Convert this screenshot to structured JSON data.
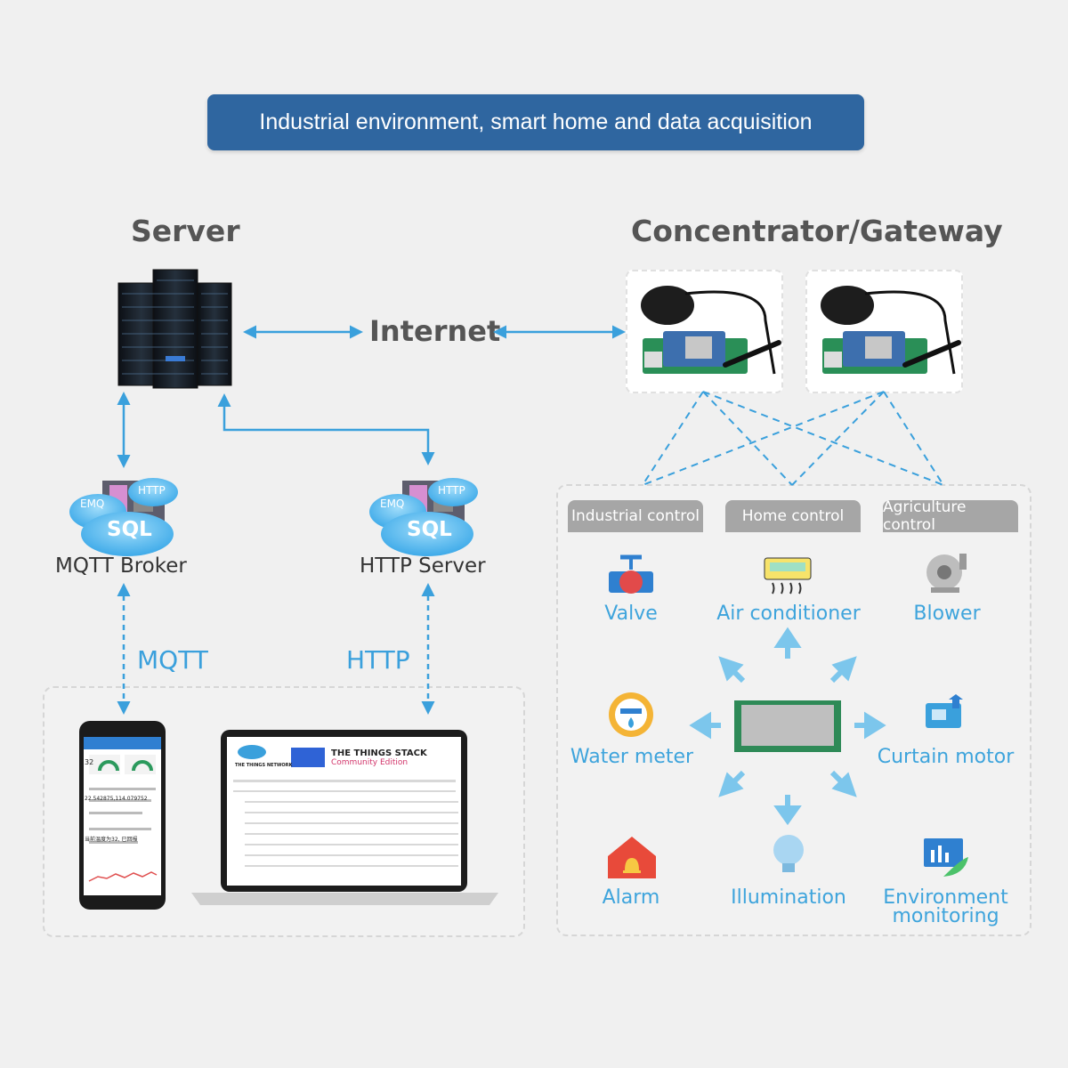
{
  "banner": "Industrial environment, smart home and data acquisition",
  "server_label": "Server",
  "gateway_label": "Concentrator/Gateway",
  "internet_label": "Internet",
  "broker": {
    "emq": "EMQ",
    "http": "HTTP",
    "sql": "SQL",
    "label": "MQTT Broker"
  },
  "http_server": {
    "emq": "EMQ",
    "http": "HTTP",
    "sql": "SQL",
    "label": "HTTP Server"
  },
  "mqtt_label": "MQTT",
  "http_label": "HTTP",
  "categories": [
    "Industrial control",
    "Home control",
    "Agriculture control"
  ],
  "devices": {
    "valve": "Valve",
    "air_conditioner": "Air conditioner",
    "blower": "Blower",
    "water_meter": "Water meter",
    "curtain_motor": "Curtain motor",
    "alarm": "Alarm",
    "illumination": "Illumination",
    "environment_1": "Environment",
    "environment_2": "monitoring"
  },
  "laptop": {
    "brand": "THE THINGS STACK",
    "edition": "Community Edition",
    "logo_text": "THE THINGS NETWORK"
  },
  "phone": {
    "value1": "32",
    "reading": "22.542875,114.079752",
    "note": "当前温度为32, 已回报"
  },
  "colors": {
    "banner": "#2f66a0",
    "arrow": "#3aa0dc",
    "label_blue": "#3aa0dc",
    "tag": "#a6a6a6"
  }
}
